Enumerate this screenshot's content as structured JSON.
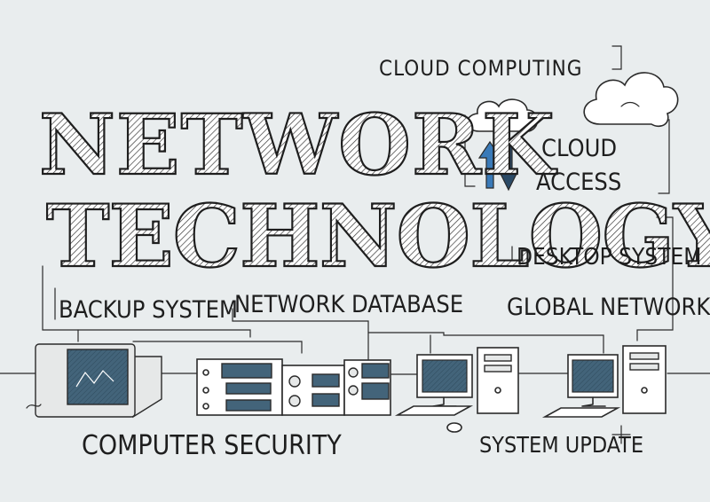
{
  "title": {
    "line1": "NETWORK",
    "line2": "TECHNOLOGY"
  },
  "labels": {
    "cloud_computing": "CLOUD COMPUTING",
    "cloud_access_1": "CLOUD",
    "cloud_access_2": "ACCESS",
    "desktop_system": "DESKTOP SYSTEM",
    "global_network": "GLOBAL NETWORK",
    "backup_system": "BACKUP SYSTEM",
    "network_database": "NETWORK DATABASE",
    "computer_security": "COMPUTER SECURITY",
    "system_update": "SYSTEM UPDATE"
  },
  "colors": {
    "background": "#e9edee",
    "ink": "#2a2a2a",
    "screen": "#43647a",
    "arrow_blue": "#3a7ab8",
    "arrow_dark": "#2b4a66"
  }
}
